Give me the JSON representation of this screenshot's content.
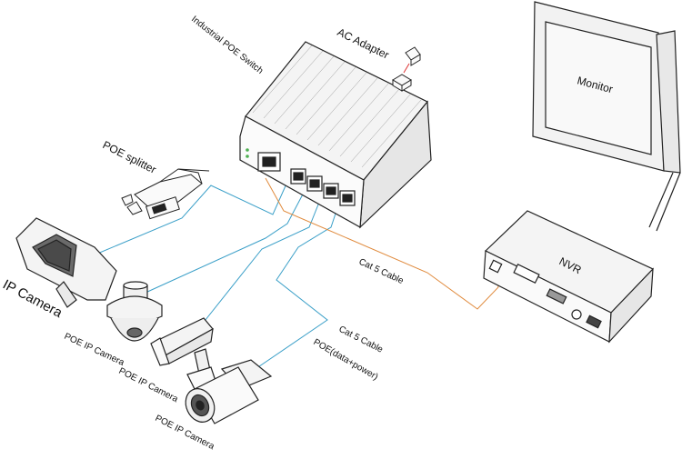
{
  "labels": {
    "switch": "Industrial POE Switch",
    "adapter": "AC Adapter",
    "splitter": "POE splitter",
    "monitor": "Monitor",
    "nvr": "NVR",
    "ip_camera": "IP Camera",
    "cat5_top": "Cat 5 Cable",
    "cat5_bottom": "Cat 5 Cable",
    "poe": "POE(data+power)",
    "poe_cam_1": "POE IP Camera",
    "poe_cam_2": "POE IP Camera",
    "poe_cam_3": "POE IP Camera"
  },
  "colors": {
    "poe_cable": "#3a9fc8",
    "cat5_cable": "#e08a3c",
    "outline": "#222222"
  },
  "icons": [
    "poe-switch-icon",
    "ac-adapter-icon",
    "poe-splitter-icon",
    "monitor-icon",
    "nvr-icon",
    "housing-camera-icon",
    "dome-camera-icon",
    "box-camera-icon",
    "bullet-camera-icon"
  ]
}
